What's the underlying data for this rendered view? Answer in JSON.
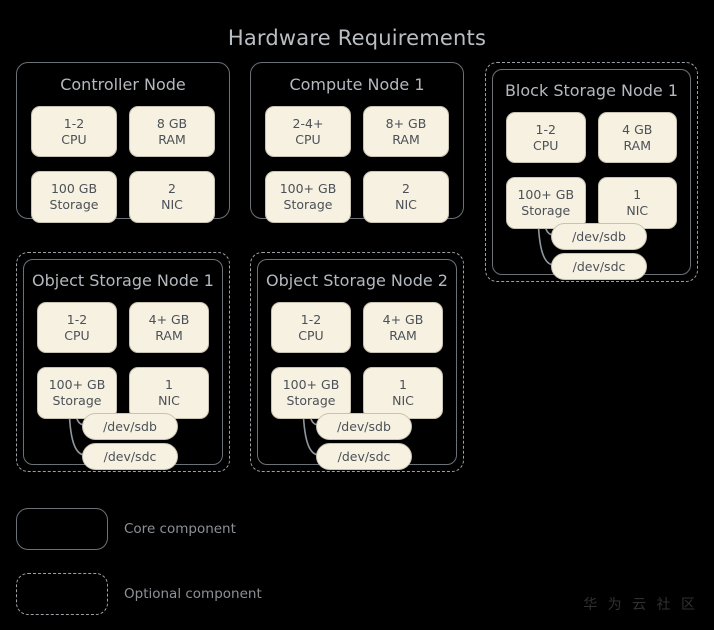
{
  "title": "Hardware Requirements",
  "nodes": [
    {
      "id": "controller-node",
      "name": "Controller Node",
      "type": "core",
      "specs": [
        {
          "line1": "1-2",
          "line2": "CPU"
        },
        {
          "line1": "8 GB",
          "line2": "RAM"
        },
        {
          "line1": "100 GB",
          "line2": "Storage"
        },
        {
          "line1": "2",
          "line2": "NIC"
        }
      ],
      "devices": []
    },
    {
      "id": "compute-node-1",
      "name": "Compute Node 1",
      "type": "core",
      "specs": [
        {
          "line1": "2-4+",
          "line2": "CPU"
        },
        {
          "line1": "8+ GB",
          "line2": "RAM"
        },
        {
          "line1": "100+ GB",
          "line2": "Storage"
        },
        {
          "line1": "2",
          "line2": "NIC"
        }
      ],
      "devices": []
    },
    {
      "id": "block-storage-node-1",
      "name": "Block Storage Node 1",
      "type": "optional",
      "specs": [
        {
          "line1": "1-2",
          "line2": "CPU"
        },
        {
          "line1": "4 GB",
          "line2": "RAM"
        },
        {
          "line1": "100+ GB",
          "line2": "Storage"
        },
        {
          "line1": "1",
          "line2": "NIC"
        }
      ],
      "devices": [
        "/dev/sdb",
        "/dev/sdc"
      ]
    },
    {
      "id": "object-storage-node-1",
      "name": "Object Storage Node 1",
      "type": "optional",
      "specs": [
        {
          "line1": "1-2",
          "line2": "CPU"
        },
        {
          "line1": "4+ GB",
          "line2": "RAM"
        },
        {
          "line1": "100+ GB",
          "line2": "Storage"
        },
        {
          "line1": "1",
          "line2": "NIC"
        }
      ],
      "devices": [
        "/dev/sdb",
        "/dev/sdc"
      ]
    },
    {
      "id": "object-storage-node-2",
      "name": "Object Storage Node 2",
      "type": "optional",
      "specs": [
        {
          "line1": "1-2",
          "line2": "CPU"
        },
        {
          "line1": "4+ GB",
          "line2": "RAM"
        },
        {
          "line1": "100+ GB",
          "line2": "Storage"
        },
        {
          "line1": "1",
          "line2": "NIC"
        }
      ],
      "devices": [
        "/dev/sdb",
        "/dev/sdc"
      ]
    }
  ],
  "legend": [
    {
      "id": "core",
      "label": "Core component"
    },
    {
      "id": "optional",
      "label": "Optional component"
    }
  ],
  "watermark": "华 为 云 社 区",
  "colors": {
    "background": "#000000",
    "title_text": "#b9bec4",
    "node_border_core": "#6b7177",
    "node_border_optional": "#9aa0a6",
    "spec_fill": "#f7f1e2",
    "spec_text": "#4b5157",
    "connector": "#8e979e",
    "watermark_text": "#2e3134"
  }
}
